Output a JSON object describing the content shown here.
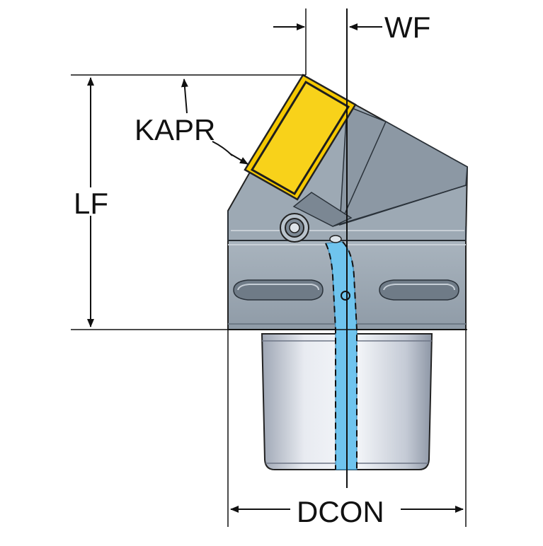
{
  "labels": {
    "wf": "WF",
    "kapr": "KAPR",
    "lf": "LF",
    "dcon": "DCON"
  },
  "colors": {
    "insert": "#F5C800",
    "body": "#9AA6B1",
    "body_dark": "#7D8A96",
    "body_light": "#B8C2CB",
    "shank_light": "#EEF1F6",
    "shank_mid": "#B7BECB",
    "coolant": "#6FC4EE",
    "line": "#111111"
  }
}
